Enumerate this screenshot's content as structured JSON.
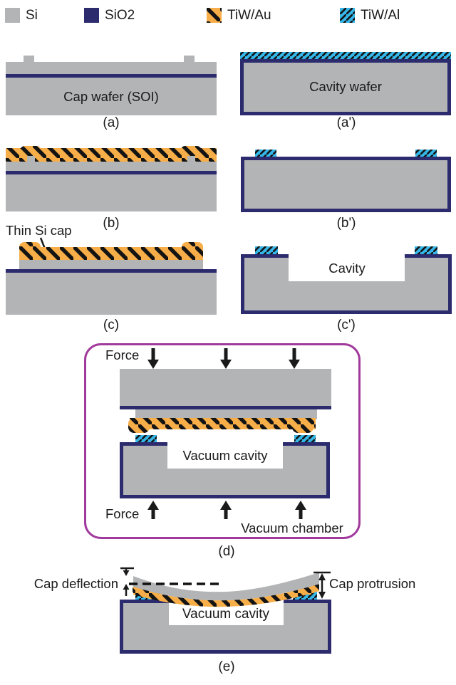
{
  "figure": {
    "legend": [
      {
        "label": "Si"
      },
      {
        "label": "SiO2"
      },
      {
        "label": "TiW/Au"
      },
      {
        "label": "TiW/Al"
      }
    ],
    "colors": {
      "si_gray": "#b2b4b6",
      "sio2_navy": "#2b2b6e",
      "tiw_au_orange": "#f8ae48",
      "tiw_al_cyan": "#35b6e8",
      "chamber_outline_magenta": "#a23a9d",
      "ink": "#1a1a1a"
    },
    "panels": {
      "a": {
        "caption": "(a)",
        "body_label": "Cap wafer (SOI)"
      },
      "a2": {
        "caption": "(a')",
        "body_label": "Cavity wafer"
      },
      "b": {
        "caption": "(b)"
      },
      "b2": {
        "caption": "(b')"
      },
      "c": {
        "caption": "(c)",
        "annotation": "Thin Si cap"
      },
      "c2": {
        "caption": "(c')",
        "cavity_label": "Cavity"
      },
      "d": {
        "caption": "(d)",
        "force_top_label": "Force",
        "force_bottom_label": "Force",
        "cavity_label": "Vacuum cavity",
        "chamber_label": "Vacuum chamber"
      },
      "e": {
        "caption": "(e)",
        "deflection_label": "Cap deflection",
        "protrusion_label": "Cap protrusion",
        "cavity_label": "Vacuum cavity"
      }
    }
  }
}
